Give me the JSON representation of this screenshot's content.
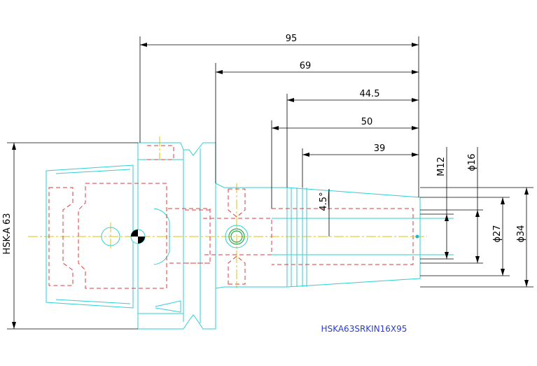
{
  "drawing": {
    "part_number": "HSKA63SRKIN16X95",
    "part_number_color": "#2b3bd1",
    "outline_color": "#2fcfd6",
    "hidden_line_color": "#e33a3a",
    "centre_line_color": "#e0c400",
    "dimensions": {
      "overall_length": "95",
      "length_69": "69",
      "length_44_5": "44.5",
      "length_50": "50",
      "length_39": "39",
      "taper_angle": "4.5°",
      "thread": "M12",
      "bore_dia": "ϕ16",
      "dia_27": "ϕ27",
      "dia_34": "ϕ34",
      "shank": "HSK-A 63"
    }
  }
}
